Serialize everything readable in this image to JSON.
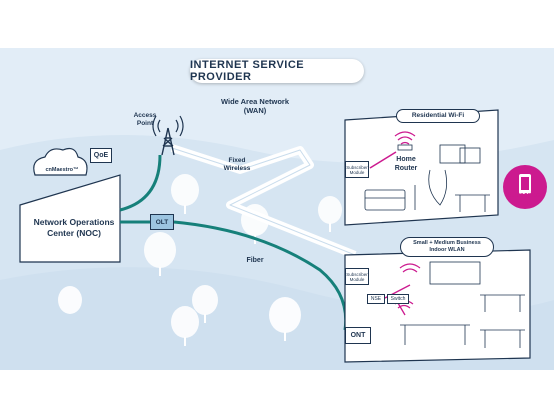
{
  "title": "INTERNET SERVICE PROVIDER",
  "labels": {
    "wan": "Wide Area Network\n(WAN)",
    "access_point": "Access\nPoint",
    "fixed_wireless": "Fixed\nWireless",
    "fiber": "Fiber",
    "noc": "Network Operations\nCenter (NOC)",
    "cnmaestro": "cnMaestro™",
    "qoe": "QoE",
    "olt": "OLT",
    "ont": "ONT",
    "residential": "Residential Wi-Fi",
    "home_router": "Home\nRouter",
    "subscriber_module_1": "Subscriber\nModule",
    "smb": "Small + Medium Business\nIndoor WLAN",
    "subscriber_module_2": "Subscriber\nModule",
    "nse": "NSE",
    "switch": "Switch",
    "subscriber_app": "Subscriber\nApp"
  },
  "colors": {
    "background": "#e2edf7",
    "navy": "#1f3550",
    "teal": "#16807a",
    "magenta": "#cc1a8f",
    "tree": "#ffffff"
  }
}
